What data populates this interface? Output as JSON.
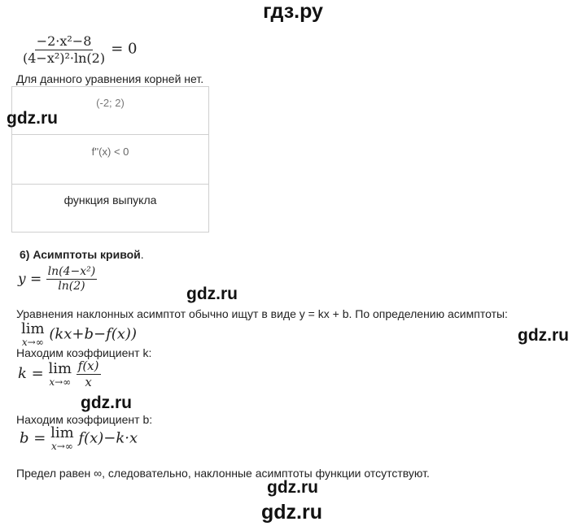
{
  "header": {
    "site": "гдз.ру"
  },
  "watermark": "gdz.ru",
  "eq1": {
    "numerator": "−2·x²−8",
    "denominator": "(4−x²)²·ln(2)",
    "rhs": "= 0"
  },
  "no_roots_text": "Для данного уравнения корней нет.",
  "table": {
    "interval": "(-2; 2)",
    "second_derivative": "f''(x) < 0",
    "conclusion": "функция выпукла"
  },
  "section6": {
    "title": "6) Асимптоты кривой",
    "period": ".",
    "y_lhs": "y =",
    "y_num": "ln(4−x²)",
    "y_den": "ln(2)",
    "oblique_text": "Уравнения наклонных асимптот обычно ищут в виде y = kx + b. По определению асимптоты:",
    "lim_word": "lim",
    "lim_sub": "x→∞",
    "lim_expr": "(kx+b−f(x))",
    "find_k": "Находим коэффициент k:",
    "k_lhs": "k =",
    "k_num": "f(x)",
    "k_den": "x",
    "find_b": "Находим коэффициент b:",
    "b_lhs": "b =",
    "b_expr": "f(x)−k·x",
    "conclusion": "Предел равен ∞, следовательно, наклонные асимптоты функции отсутствуют."
  }
}
